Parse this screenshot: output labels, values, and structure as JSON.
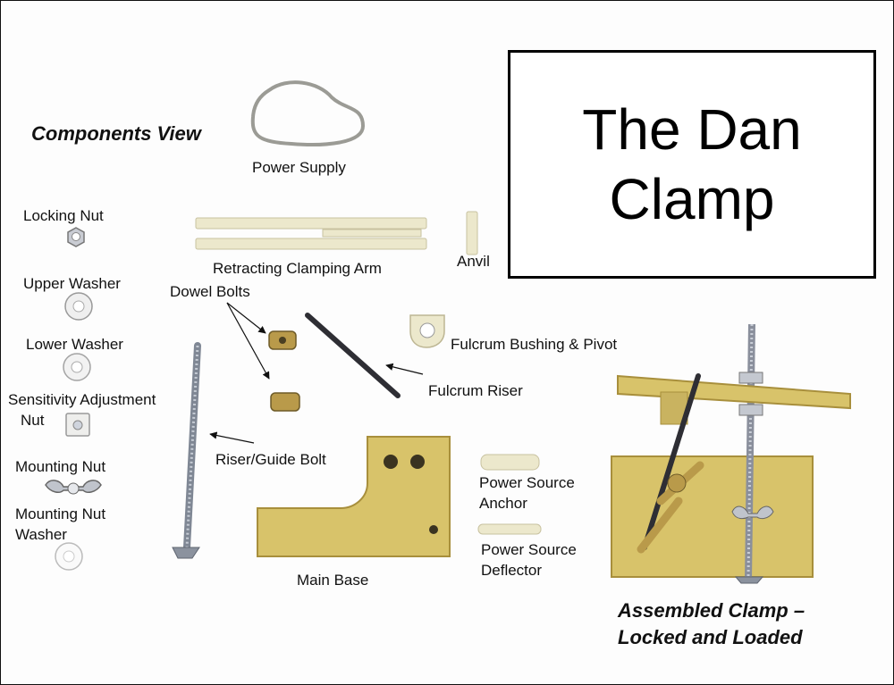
{
  "title": {
    "line1": "The Dan",
    "line2": "Clamp"
  },
  "captions": {
    "components_view": "Components View",
    "assembled_line1": "Assembled Clamp –",
    "assembled_line2": "Locked and Loaded"
  },
  "labels": {
    "power_supply": "Power Supply",
    "locking_nut": "Locking Nut",
    "retracting_arm": "Retracting Clamping Arm",
    "anvil": "Anvil",
    "upper_washer": "Upper Washer",
    "dowel_bolts": "Dowel Bolts",
    "lower_washer": "Lower Washer",
    "fulcrum_bushing": "Fulcrum Bushing & Pivot",
    "sensitivity_line1": "Sensitivity Adjustment",
    "sensitivity_line2": "Nut",
    "fulcrum_riser": "Fulcrum Riser",
    "mounting_nut": "Mounting Nut",
    "riser_guide_bolt": "Riser/Guide Bolt",
    "power_anchor_line1": "Power Source",
    "power_anchor_line2": "Anchor",
    "mounting_washer_line1": "Mounting Nut",
    "mounting_washer_line2": "Washer",
    "power_deflector_line1": "Power Source",
    "power_deflector_line2": "Deflector",
    "main_base": "Main Base"
  },
  "colors": {
    "wood": "#d8c36a",
    "wood_dark": "#a88f3c",
    "plastic": "#ece8cc",
    "metal": "#8a8f9c",
    "brass": "#b99a4a",
    "text": "#111111"
  }
}
